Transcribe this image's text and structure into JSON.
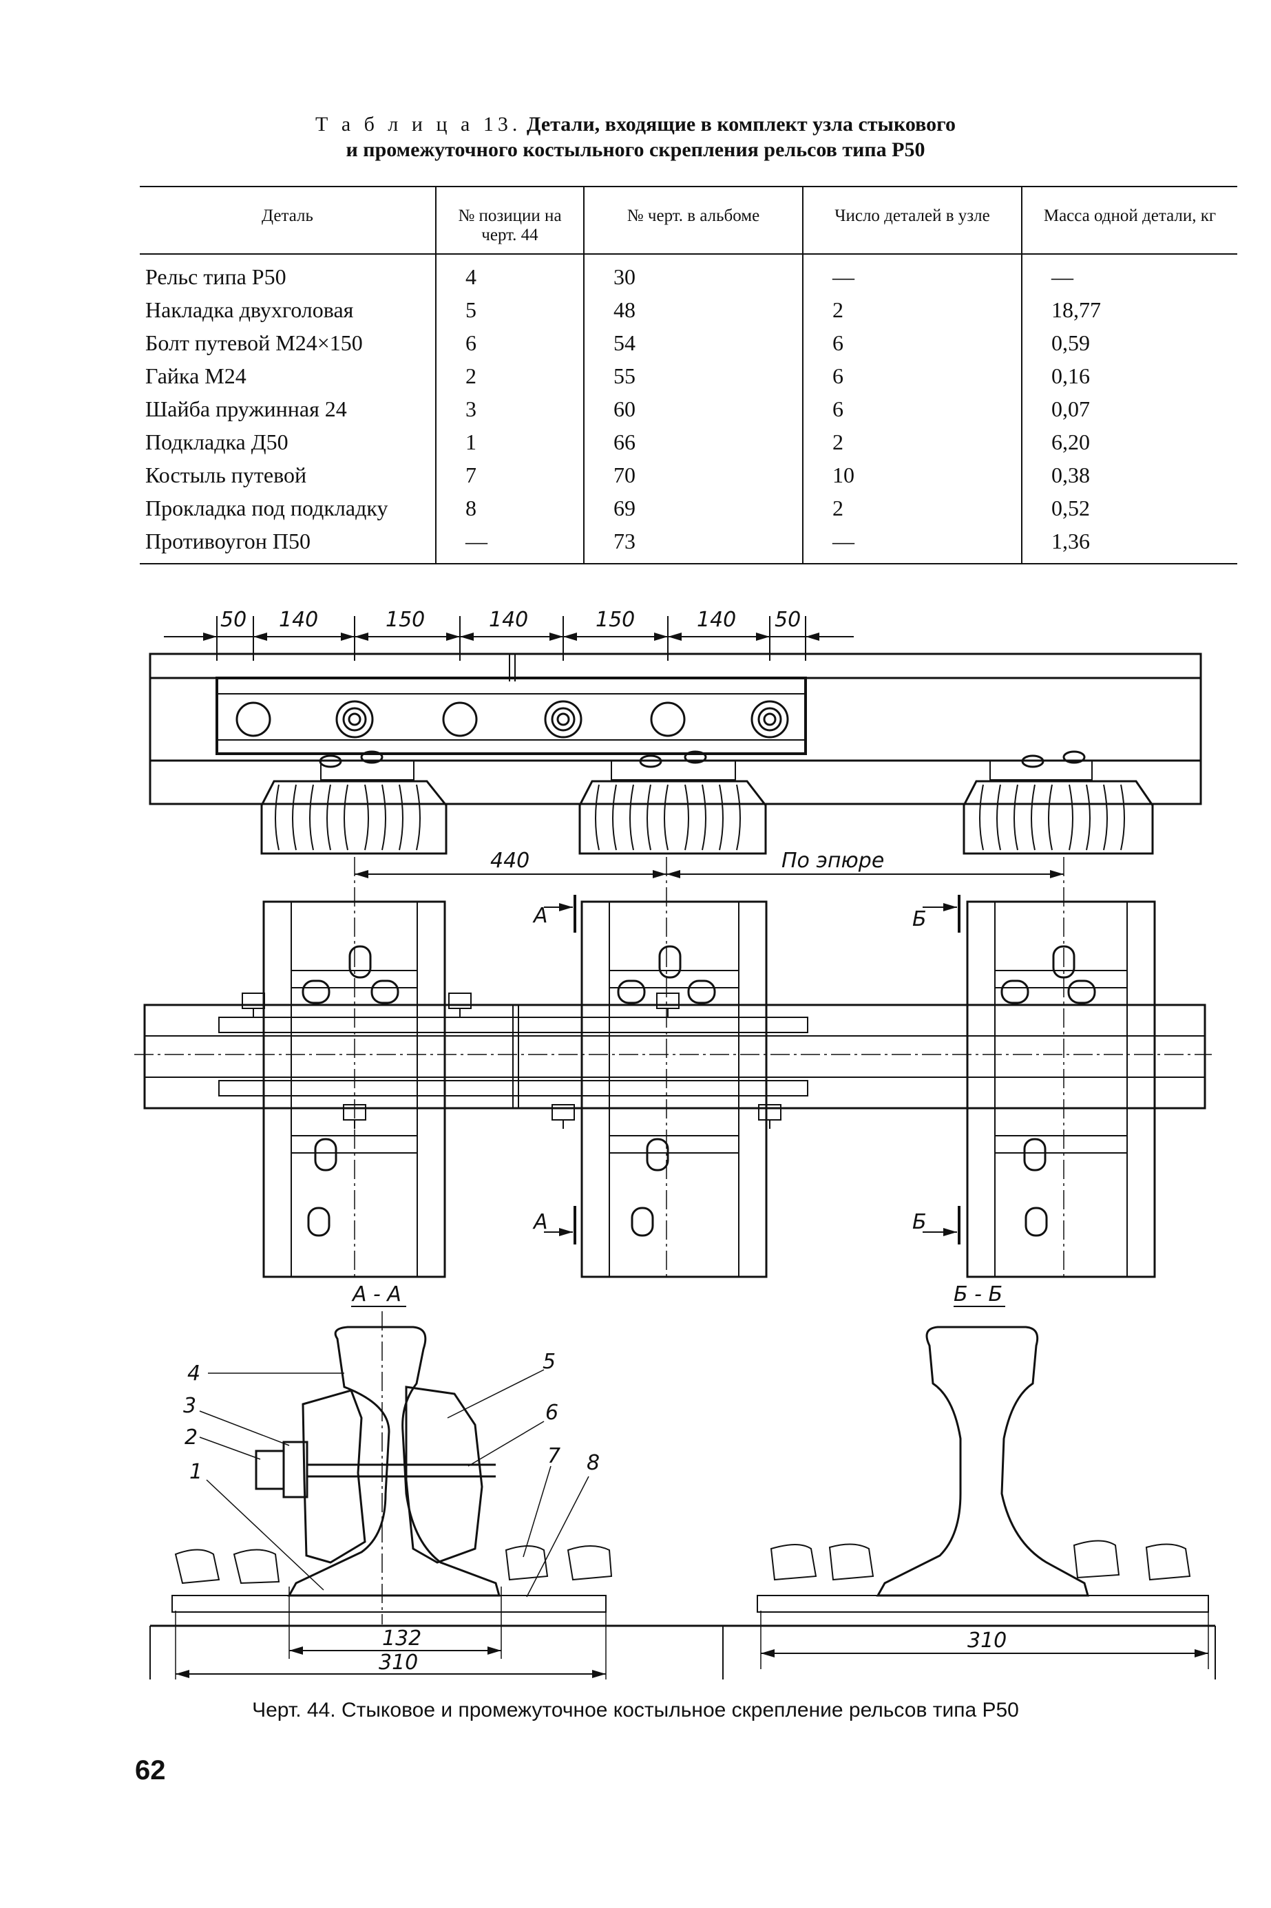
{
  "table": {
    "title_spaced": "Т а б л и ц а 13.",
    "title_rest": " Детали, входящие в комплект узла стыкового",
    "title_line2": "и промежуточного костыльного скрепления рельсов типа Р50",
    "columns": [
      "Деталь",
      "№ позиции на черт. 44",
      "№ черт. в альбоме",
      "Число деталей в узле",
      "Масса одной детали, кг"
    ],
    "rows": [
      [
        "Рельс типа Р50",
        "4",
        "30",
        "—",
        "—"
      ],
      [
        "Накладка двухголовая",
        "5",
        "48",
        "2",
        "18,77"
      ],
      [
        "Болт путевой М24×150",
        "6",
        "54",
        "6",
        "0,59"
      ],
      [
        "Гайка М24",
        "2",
        "55",
        "6",
        "0,16"
      ],
      [
        "Шайба пружинная 24",
        "3",
        "60",
        "6",
        "0,07"
      ],
      [
        "Подкладка Д50",
        "1",
        "66",
        "2",
        "6,20"
      ],
      [
        "Костыль путевой",
        "7",
        "70",
        "10",
        "0,38"
      ],
      [
        "Прокладка под подкладку",
        "8",
        "69",
        "2",
        "0,52"
      ],
      [
        "Противоугон П50",
        "—",
        "73",
        "—",
        "1,36"
      ]
    ]
  },
  "drawing": {
    "top_dims": [
      "50",
      "140",
      "150",
      "140",
      "150",
      "140",
      "50"
    ],
    "dim_440": "440",
    "dim_epure": "По эпюре",
    "section_a_mark": "А",
    "section_b_mark": "Б",
    "section_a_title": "А - А",
    "section_b_title": "Б - Б",
    "positions": [
      "4",
      "3",
      "2",
      "1",
      "5",
      "6",
      "7",
      "8"
    ],
    "dim_132": "132",
    "dim_310": "310"
  },
  "caption": "Черт. 44. Стыковое и промежуточное костыльное скрепление рельсов типа Р50",
  "page_number": "62"
}
